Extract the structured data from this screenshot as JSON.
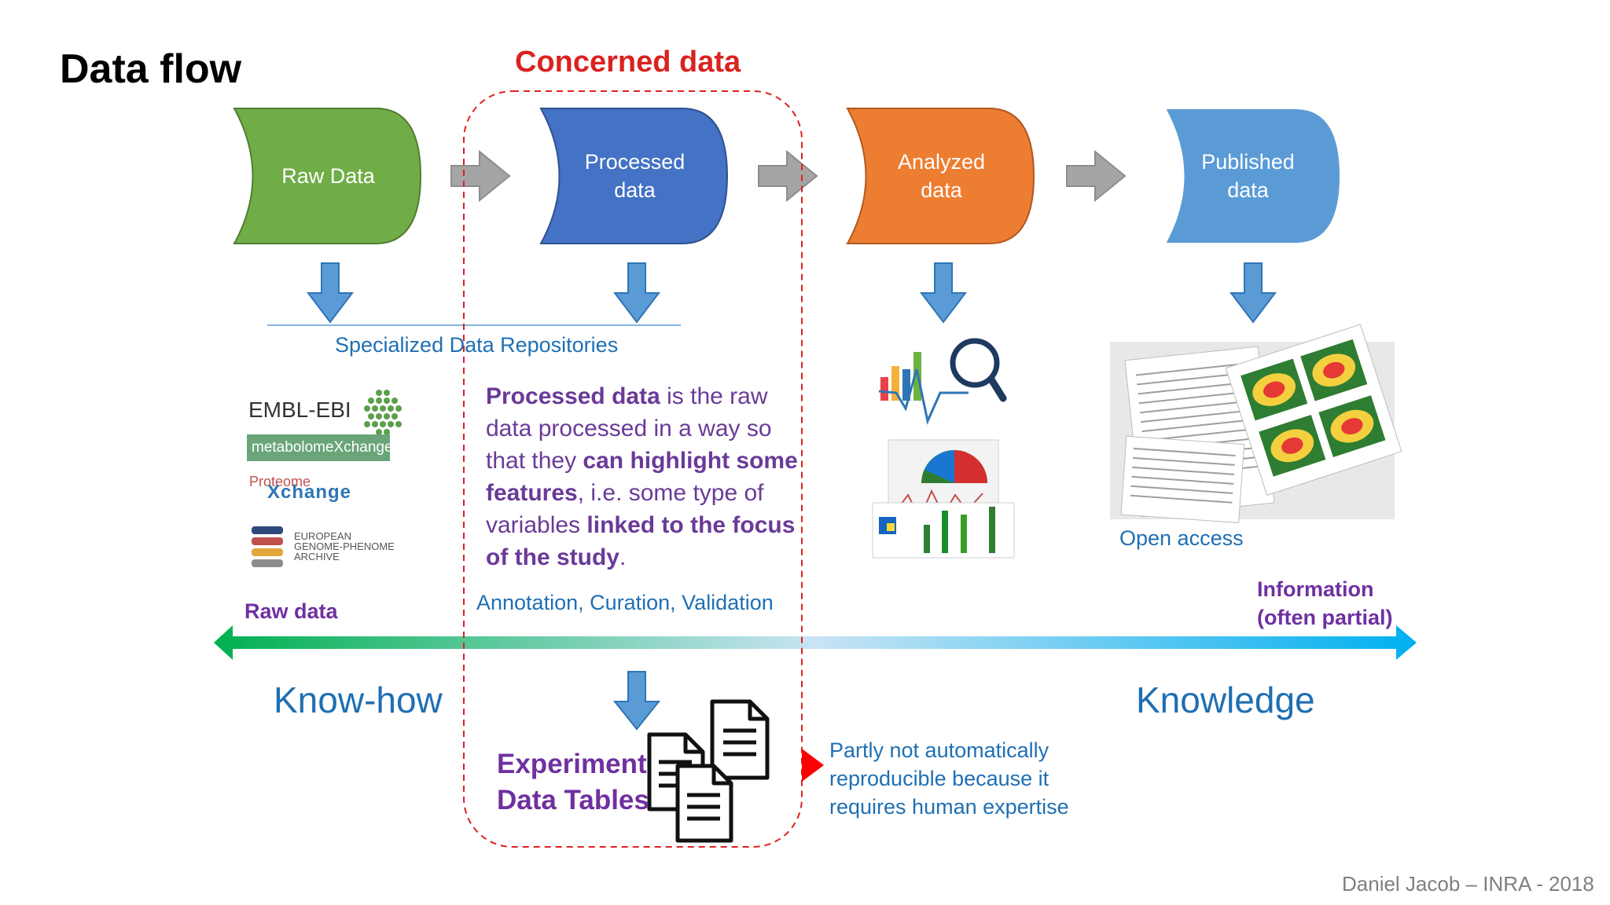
{
  "title": "Data flow",
  "concerned_title": "Concerned data",
  "stages": [
    {
      "label": "Raw Data",
      "color": "#70ad47"
    },
    {
      "label": "Processed\ndata",
      "color": "#4472c4"
    },
    {
      "label": "Analyzed\ndata",
      "color": "#ed7d31"
    },
    {
      "label": "Published\ndata",
      "color": "#5b9bd5"
    }
  ],
  "repositories_label": "Specialized Data Repositories",
  "logos": {
    "embl": "EMBL-EBI",
    "metabolome": "metabolomeXchange",
    "proteome_a": "Proteome",
    "proteome_b": "Xchange",
    "ega": "EUROPEAN\nGENOME-PHENOME\nARCHIVE"
  },
  "description": {
    "part1_bold": "Processed data",
    "part2": " is the raw data processed in a way so that they ",
    "part3_bold": "can highlight some features",
    "part4": ", i.e. some type of variables ",
    "part5_bold": "linked to the focus of the study",
    "part6": "."
  },
  "annotation_label": "Annotation, Curation, Validation",
  "open_access_label": "Open access",
  "axis": {
    "left_end": "Raw data",
    "right_end_line1": "Information",
    "right_end_line2": "(often partial)",
    "left_color": "#00b050",
    "right_color": "#00b0f0"
  },
  "knowhow_label": "Know-how",
  "knowledge_label": "Knowledge",
  "experiment_tables_line1": "Experiment",
  "experiment_tables_line2": "Data Tables",
  "partly_note": "Partly not automatically\nreproducible because it\nrequires human expertise",
  "credit": "Daniel Jacob – INRA - 2018",
  "colors": {
    "arrow_gray": "#a5a5a5",
    "arrow_blue": "#5b9bd5",
    "dashed_red": "#e02020",
    "accent_purple": "#7030a0",
    "link_blue": "#1f6fb3"
  }
}
